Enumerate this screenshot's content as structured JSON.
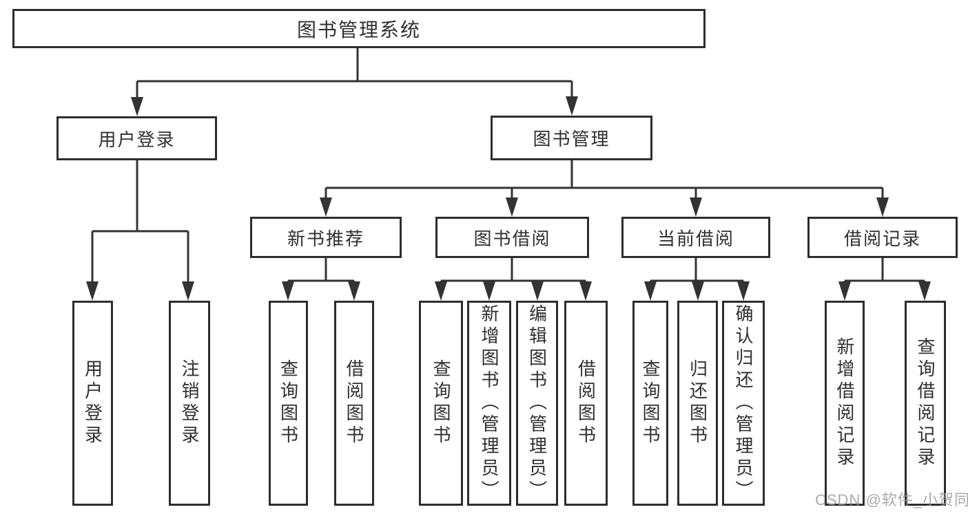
{
  "title": {
    "label": "图书管理系统"
  },
  "branches": {
    "user": {
      "label": "用户登录",
      "leaves": [
        "用户登录",
        "注销登录"
      ]
    },
    "book": {
      "label": "图书管理",
      "groups": [
        {
          "label": "新书推荐",
          "leaves": [
            "查询图书",
            "借阅图书"
          ]
        },
        {
          "label": "图书借阅",
          "leaves": [
            "查询图书",
            "新增图书（管理员）",
            "编辑图书（管理员）",
            "借阅图书"
          ]
        },
        {
          "label": "当前借阅",
          "leaves": [
            "查询图书",
            "归还图书",
            "确认归还（管理员）"
          ]
        },
        {
          "label": "借阅记录",
          "leaves": [
            "新增借阅记录",
            "查询借阅记录"
          ]
        }
      ]
    }
  },
  "watermark": "CSDN @软件_小贺同学",
  "colors": {
    "line": "#333333",
    "border": "#2d2d2d",
    "text": "#2f2f2f",
    "watermark": "#9b9b9b",
    "background": "#ffffff"
  }
}
